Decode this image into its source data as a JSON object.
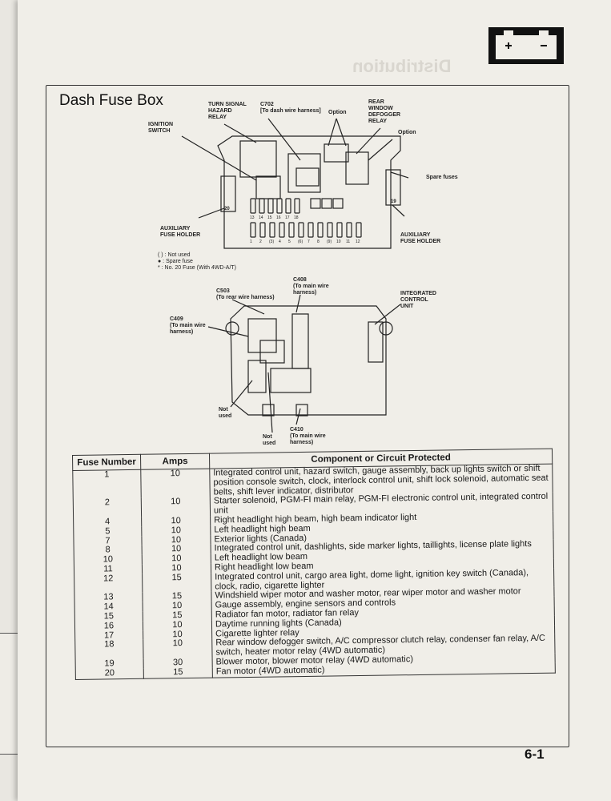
{
  "header": {
    "ghost_text": "Distribution"
  },
  "section_title": "Dash Fuse Box",
  "diagram_labels": {
    "turn_signal": "TURN SIGNAL\nHAZARD\nRELAY",
    "c702": "C702\n[To dash wire harness]",
    "option_top": "Option",
    "rear_defogger": "REAR\nWINDOW\nDEFOGGER\nRELAY",
    "option_right": "Option",
    "ignition": "IGNITION\nSWITCH",
    "spare_fuses": "Spare fuses",
    "aux_left": "AUXILIARY\nFUSE HOLDER",
    "aux_right": "AUXILIARY\nFUSE HOLDER",
    "c503": "C503\n(To rear wire harness)",
    "c408": "C408\n(To main wire\nharness)",
    "icu": "INTEGRATED\nCONTROL\nUNIT",
    "c409": "C409\n(To main wire\nharness)",
    "not_used_1": "Not\nused",
    "not_used_2": "Not\nused",
    "c410": "C410\n(To main wire\nharness)",
    "fuse_20": "20",
    "fuse_19": "19"
  },
  "legend": [
    "( ) : Not used",
    "● : Spare fuse",
    "* : No. 20 Fuse (With 4WD-A/T)"
  ],
  "fuse_numbers_top": [
    "13",
    "14",
    "15",
    "16",
    "17",
    "18"
  ],
  "fuse_numbers_bottom": [
    "1",
    "2",
    "(3)",
    "4",
    "5",
    "(6)",
    "7",
    "8",
    "(9)",
    "10",
    "11",
    "12"
  ],
  "table": {
    "headers": [
      "Fuse Number",
      "Amps",
      "Component or Circuit Protected"
    ],
    "rows": [
      {
        "n": "1",
        "a": "10",
        "d": "Integrated control unit, hazard switch, gauge assembly, back up lights switch or shift position console switch, clock, interlock control unit, shift lock solenoid, automatic seat belts, shift lever indicator, distributor"
      },
      {
        "n": "2",
        "a": "10",
        "d": "Starter solenoid, PGM-FI main relay, PGM-FI electronic control unit, integrated control unit"
      },
      {
        "n": "4",
        "a": "10",
        "d": "Right headlight high beam, high beam indicator light"
      },
      {
        "n": "5",
        "a": "10",
        "d": "Left headlight high beam"
      },
      {
        "n": "7",
        "a": "10",
        "d": "Exterior lights (Canada)"
      },
      {
        "n": "8",
        "a": "10",
        "d": "Integrated control unit, dashlights, side marker lights, taillights, license plate lights"
      },
      {
        "n": "10",
        "a": "10",
        "d": "Left headlight low beam"
      },
      {
        "n": "11",
        "a": "10",
        "d": "Right headlight low beam"
      },
      {
        "n": "12",
        "a": "15",
        "d": "Integrated control unit, cargo area light, dome light, ignition key switch (Canada), clock, radio, cigarette lighter"
      },
      {
        "n": "13",
        "a": "15",
        "d": "Windshield wiper motor and washer motor, rear wiper motor and washer motor"
      },
      {
        "n": "14",
        "a": "10",
        "d": "Gauge assembly, engine sensors and controls"
      },
      {
        "n": "15",
        "a": "15",
        "d": "Radiator fan motor, radiator fan relay"
      },
      {
        "n": "16",
        "a": "10",
        "d": "Daytime running lights (Canada)"
      },
      {
        "n": "17",
        "a": "10",
        "d": "Cigarette lighter relay"
      },
      {
        "n": "18",
        "a": "10",
        "d": "Rear window defogger switch, A/C compressor clutch relay, condenser fan relay, A/C switch, heater motor relay (4WD automatic)"
      },
      {
        "n": "19",
        "a": "30",
        "d": "Blower motor, blower motor relay (4WD automatic)"
      },
      {
        "n": "20",
        "a": "15",
        "d": "Fan motor (4WD automatic)"
      }
    ]
  },
  "page_number": "6-1"
}
